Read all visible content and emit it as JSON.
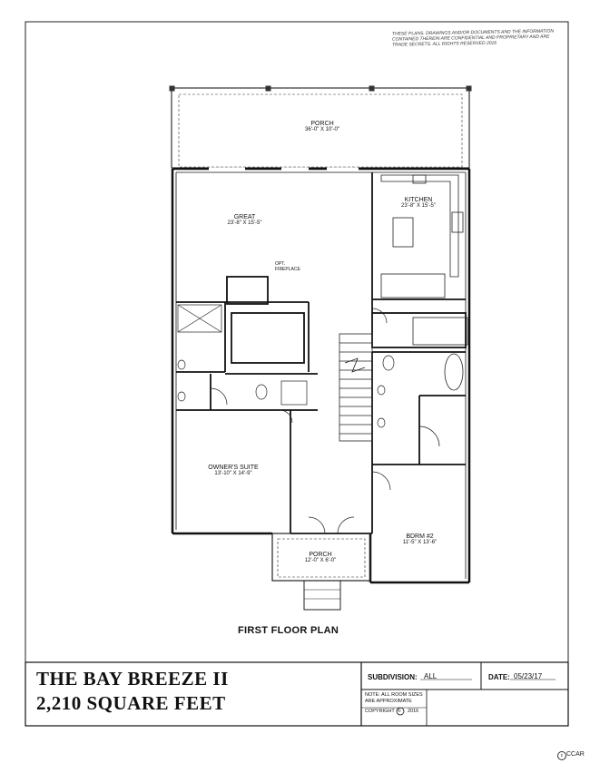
{
  "notice": "THESE PLANS, DRAWINGS AND/OR DOCUMENTS AND THE INFORMATION CONTAINED THEREIN ARE CONFIDENTIAL AND PROPRIETARY AND ARE TRADE SECRETS. ALL RIGHTS RESERVED 2016",
  "rooms": {
    "porch_rear": {
      "name": "PORCH",
      "size": "36'-0\" X 10'-0\""
    },
    "great": {
      "name": "GREAT",
      "size": "23'-8\" X 15'-5\""
    },
    "kitchen": {
      "name": "KITCHEN",
      "size": "23'-8\" X 15'-5\""
    },
    "fireplace": "OPT. FIREPLACE",
    "owners_suite": {
      "name": "OWNER'S SUITE",
      "size": "13'-10\" X 14'-9\""
    },
    "bdrm2": {
      "name": "BDRM #2",
      "size": "11'-5\" X 13'-6\""
    },
    "porch_front": {
      "name": "PORCH",
      "size": "12'-0\" X 6'-0\""
    }
  },
  "plan_title": "FIRST FLOOR PLAN",
  "title_block": {
    "name": "THE BAY BREEZE II",
    "square_feet": "2,210 SQUARE FEET",
    "subdivision_label": "SUBDIVISION:",
    "subdivision_value": "ALL",
    "date_label": "DATE:",
    "date_value": "05/23/17",
    "note": "NOTE: ALL ROOM SIZES ARE APPROXIMATE",
    "copyright": "COPYRIGHT",
    "copyright_year": "2016"
  },
  "watermark": "CCAR"
}
